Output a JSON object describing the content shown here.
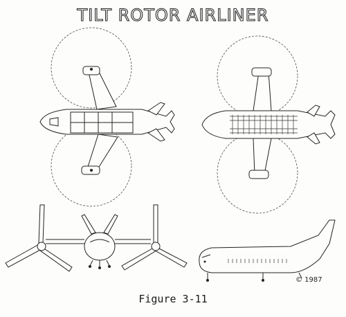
{
  "title": "TILT ROTOR AIRLINER",
  "caption": "Figure 3-11",
  "copyright": "© 1987",
  "views": [
    {
      "name": "top-view-rotors-vertical"
    },
    {
      "name": "top-view-rotors-forward"
    },
    {
      "name": "front-view"
    },
    {
      "name": "side-view"
    }
  ]
}
